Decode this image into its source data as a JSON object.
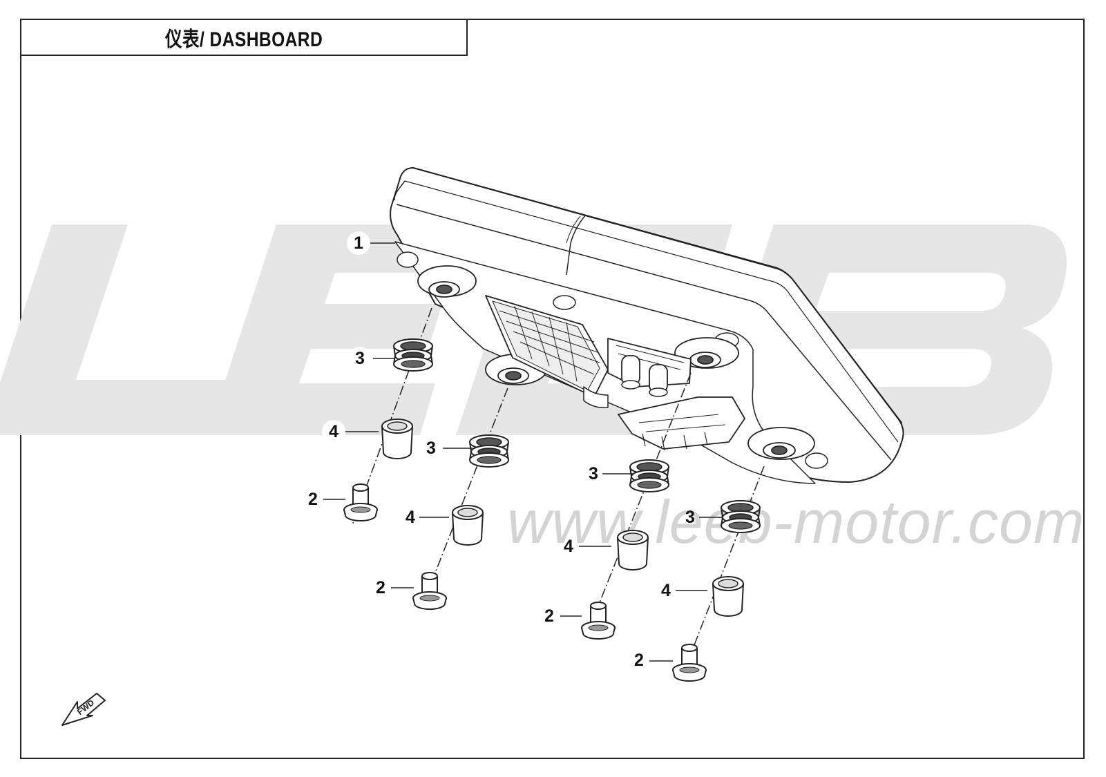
{
  "title": "仪表/ DASHBOARD",
  "watermark": {
    "logo_text": "LEEB",
    "url": "www.leeb-motor.com",
    "color": "#e6e6e6"
  },
  "fwd_marker": "FWD",
  "parts": [
    {
      "callout": "1",
      "name": "dashboard"
    },
    {
      "callout": "2",
      "name": "screw"
    },
    {
      "callout": "3",
      "name": "rubber grommet"
    },
    {
      "callout": "4",
      "name": "bushing"
    }
  ],
  "callouts": {
    "c1": "1",
    "c3a": "3",
    "c4a": "4",
    "c2a": "2",
    "c3b": "3",
    "c4b": "4",
    "c2b": "2",
    "c3c": "3",
    "c4c": "4",
    "c2c": "2",
    "c3d": "3",
    "c4d": "4",
    "c2d": "2"
  }
}
